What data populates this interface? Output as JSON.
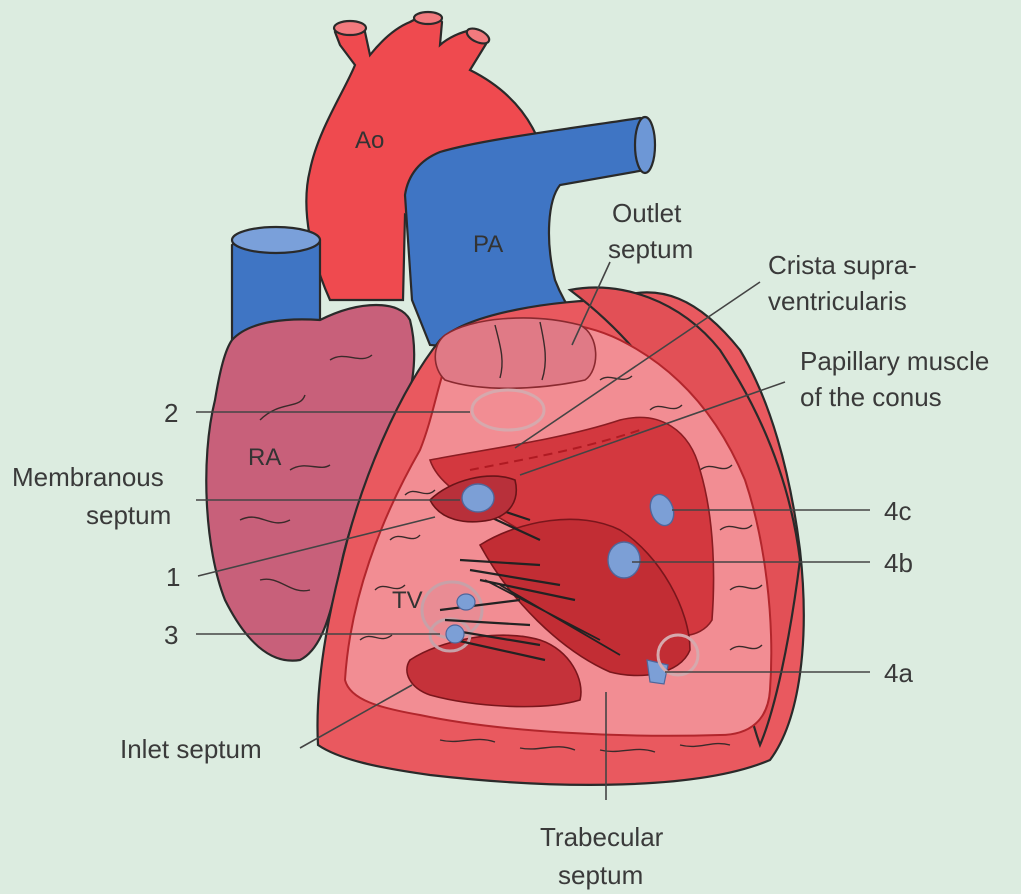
{
  "colors": {
    "background": "#dcece0",
    "aorta_red": "#ef4a4f",
    "pulmonary_blue": "#3f75c4",
    "atrium_pink": "#c8607a",
    "ventricle_red": "#e9595f",
    "cavity_pink": "#f08a90",
    "septum_dark": "#c8353b",
    "muscle_spot_blue": "#7c9fd6"
  },
  "structures": {
    "aorta": "Ao",
    "pulmonary_artery": "PA",
    "right_atrium": "RA",
    "tricuspid_valve": "TV"
  },
  "labels": {
    "outlet_septum_l1": "Outlet",
    "outlet_septum_l2": "septum",
    "crista_l1": "Crista supra-",
    "crista_l2": "ventricularis",
    "papillary_l1": "Papillary muscle",
    "papillary_l2": "of the conus",
    "num_2": "2",
    "membranous_l1": "Membranous",
    "membranous_l2": "septum",
    "num_1": "1",
    "num_3": "3",
    "inlet_septum": "Inlet septum",
    "num_4c": "4c",
    "num_4b": "4b",
    "num_4a": "4a",
    "trabecular_l1": "Trabecular",
    "trabecular_l2": "septum"
  }
}
